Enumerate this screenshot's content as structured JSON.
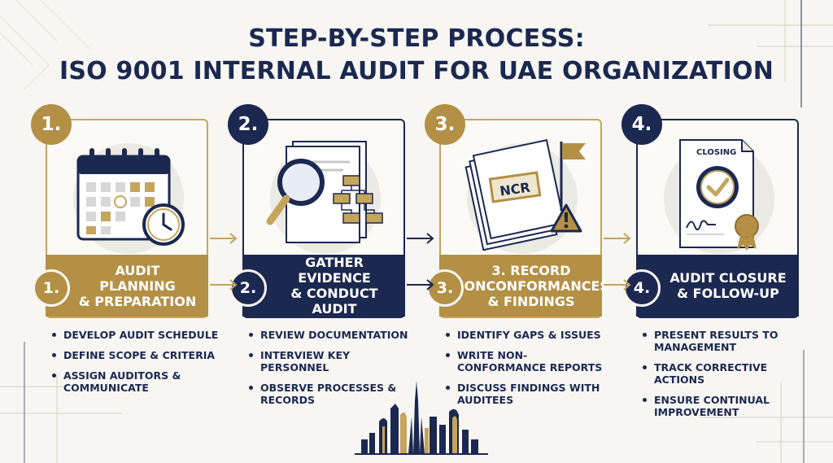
{
  "title": {
    "line1": "STEP-BY-STEP PROCESS:",
    "line2": "ISO 9001 INTERNAL AUDIT FOR UAE ORGANIZATION"
  },
  "steps": [
    {
      "number": "1.",
      "color": "#b39045",
      "icon": "calendar-clock-icon",
      "title_lines": [
        "AUDIT PLANNING",
        "& PREPARATION"
      ],
      "bullets": [
        "DEVELOP AUDIT SCHEDULE",
        "DEFINE SCOPE & CRITERIA",
        "ASSIGN AUDITORS & COMMUNICATE"
      ]
    },
    {
      "number": "2.",
      "color": "#1b2850",
      "icon": "document-magnifier-flowchart-icon",
      "title_lines": [
        "GATHER EVIDENCE",
        "& CONDUCT AUDIT"
      ],
      "bullets": [
        "REVIEW DOCUMENTATION",
        "INTERVIEW KEY PERSONNEL",
        "OBSERVE PROCESSES & RECORDS"
      ]
    },
    {
      "number": "3.",
      "color": "#b39045",
      "icon": "ncr-warning-flag-icon",
      "art_label": "NCR",
      "title_lines": [
        "3. RECORD",
        "NONCONFORMANCES",
        "& FINDINGS"
      ],
      "bullets": [
        "IDENTIFY GAPS & ISSUES",
        "WRITE NON-CONFORMANCE REPORTS",
        "DISCUSS FINDINGS WITH AUDITEES"
      ]
    },
    {
      "number": "4.",
      "color": "#1b2850",
      "icon": "closing-certificate-icon",
      "art_label": "CLOSING",
      "title_lines": [
        "AUDIT CLOSURE",
        "& FOLLOW-UP"
      ],
      "bullets": [
        "PRESENT RESULTS TO MANAGEMENT",
        "TRACK CORRECTIVE ACTIONS",
        "ENSURE CONTINUAL IMPROVEMENT"
      ]
    }
  ],
  "colors": {
    "navy": "#1b2850",
    "gold": "#b39045",
    "background": "#f7f6f2"
  },
  "footer_icon": "dubai-skyline-icon"
}
